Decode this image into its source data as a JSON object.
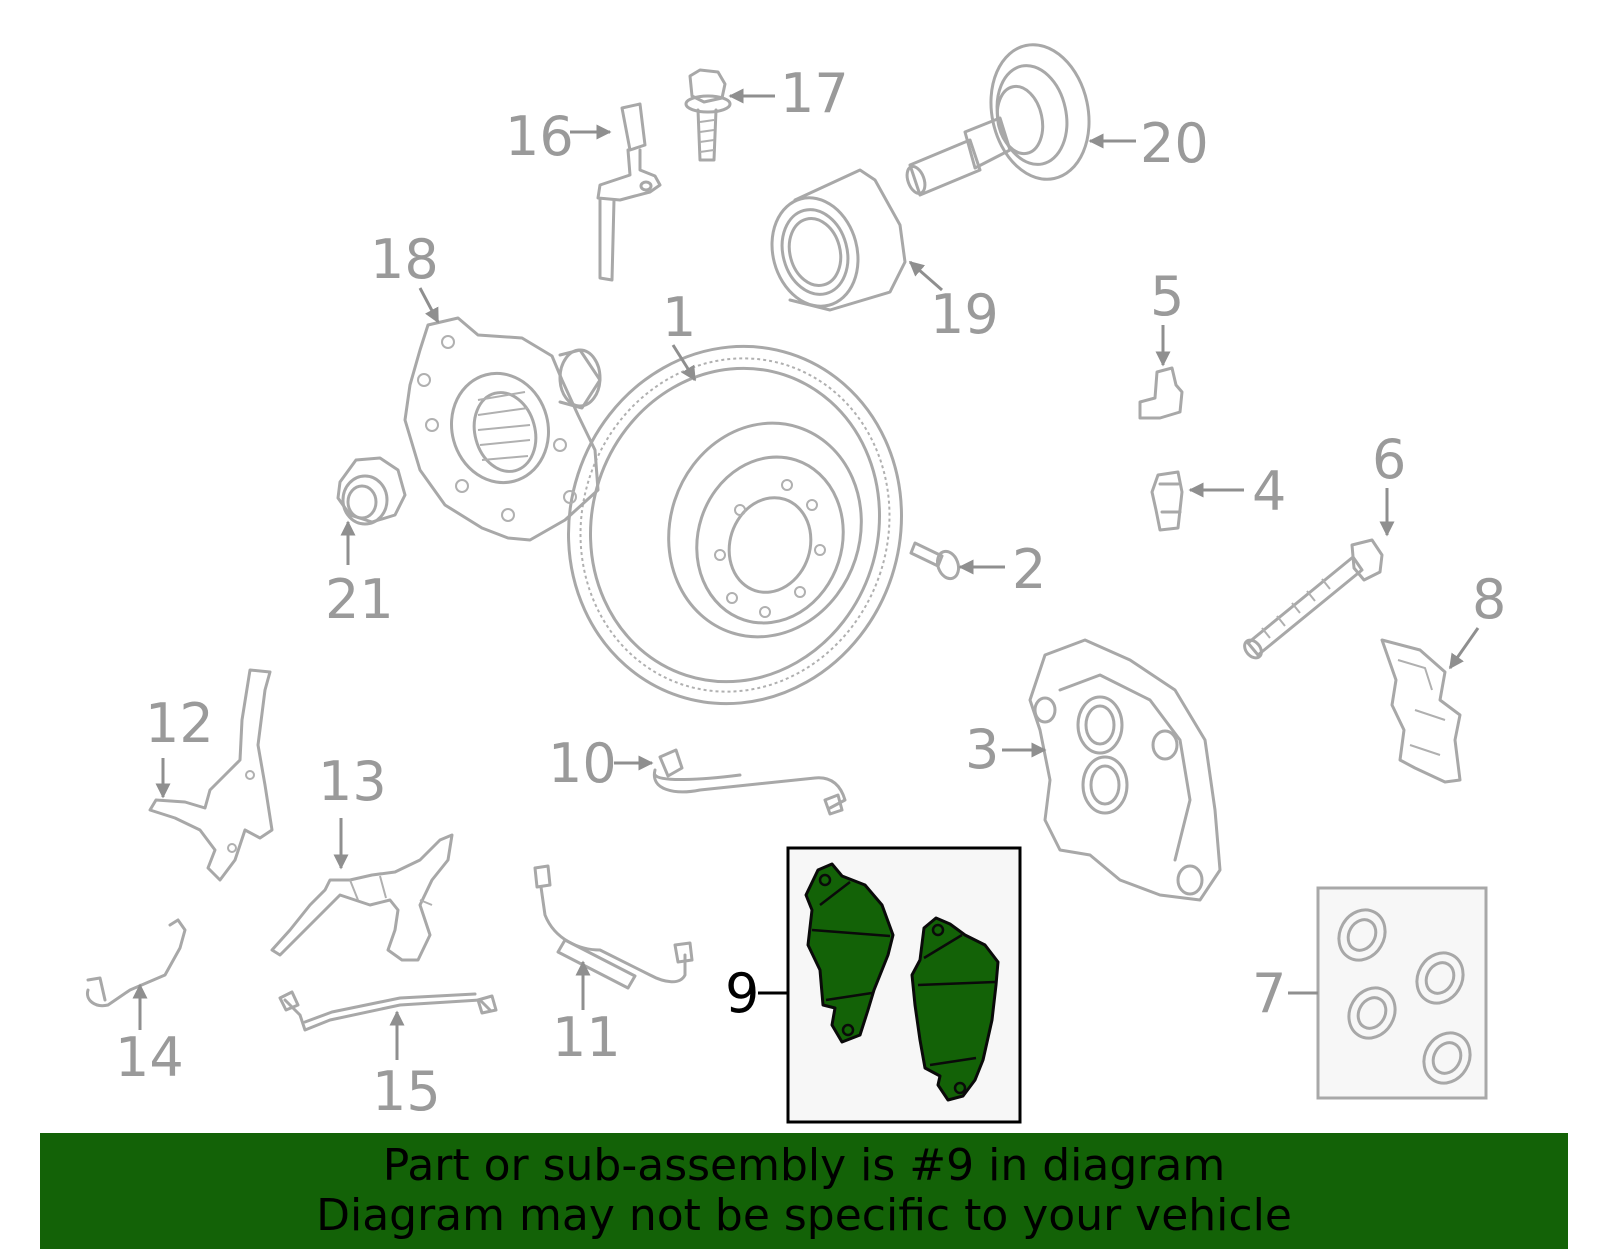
{
  "labels": {
    "p1": "1",
    "p2": "2",
    "p3": "3",
    "p4": "4",
    "p5": "5",
    "p6": "6",
    "p7": "7",
    "p8": "8",
    "p9": "9",
    "p10": "10",
    "p11": "11",
    "p12": "12",
    "p13": "13",
    "p14": "14",
    "p15": "15",
    "p16": "16",
    "p17": "17",
    "p18": "18",
    "p19": "19",
    "p20": "20",
    "p21": "21"
  },
  "highlighted_part": "9",
  "banner": {
    "line1": "Part or sub-assembly is #9 in diagram",
    "line2": "Diagram may not be specific to your vehicle"
  },
  "colors": {
    "highlight_green": "#136207",
    "part_gray": "#a8a8a8",
    "label_gray": "#9a9a9a",
    "box_fill": "#f7f7f7"
  }
}
